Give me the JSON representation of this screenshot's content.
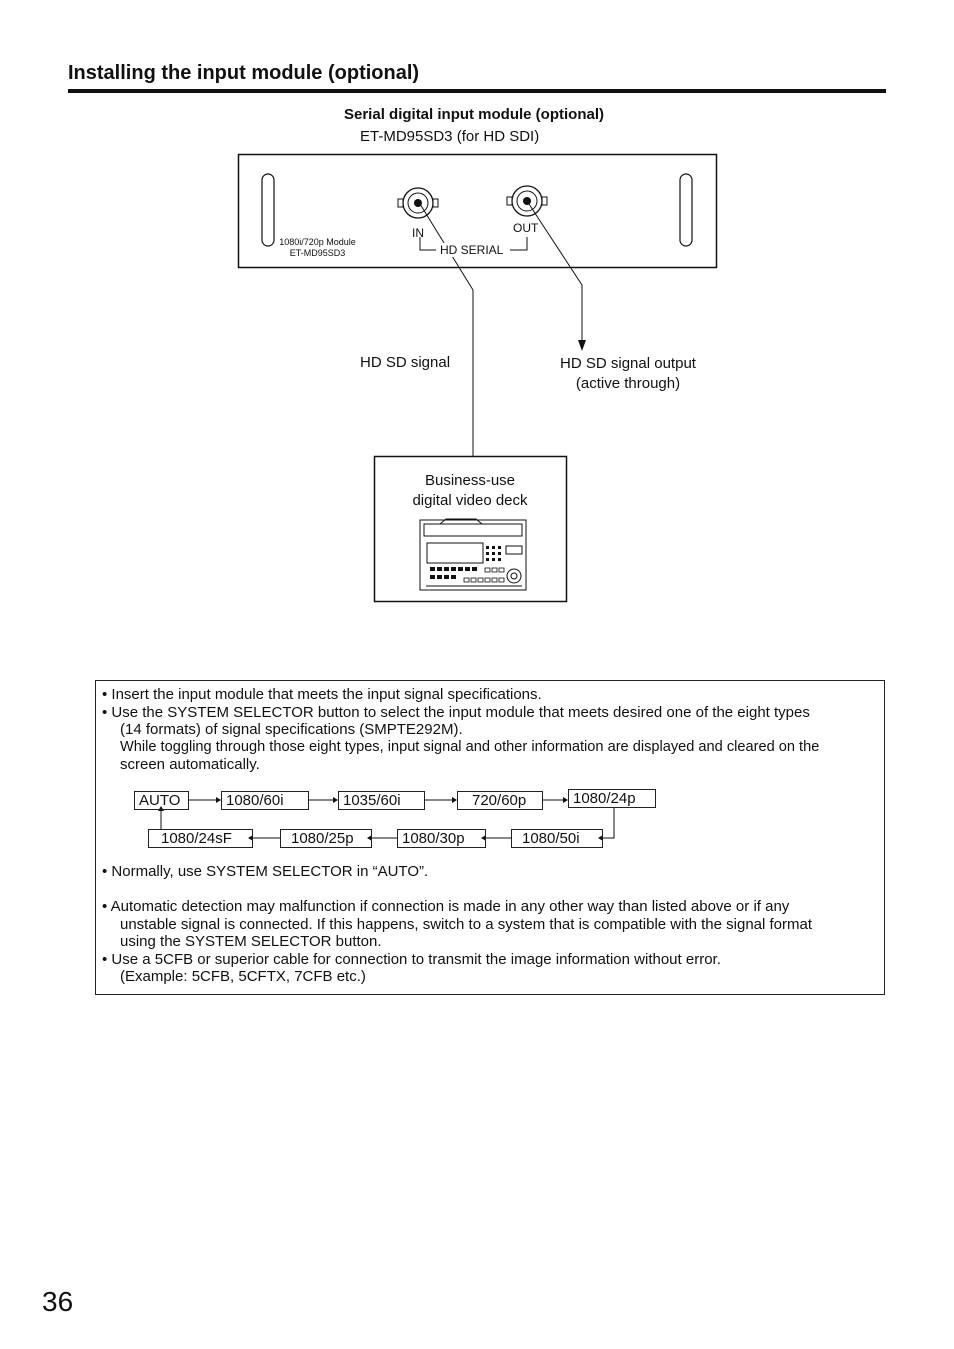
{
  "header": {
    "title": "Installing the input module (optional)"
  },
  "figure": {
    "module_heading": "Serial digital input module (optional)",
    "module_model": "ET-MD95SD3 (for HD SDI)",
    "panel_label_line1": "1080i/720p Module",
    "panel_label_line2": "ET-MD95SD3",
    "in_label": "IN",
    "out_label": "OUT",
    "hd_serial_label": "HD SERIAL",
    "signal_in_label": "HD SD signal",
    "signal_out_line1": "HD SD signal output",
    "signal_out_line2": "(active through)",
    "deck_line1": "Business-use",
    "deck_line2": "digital video deck"
  },
  "notes": {
    "bullet1": "• Insert the input module that meets the input signal specifications.",
    "bullet2_l1": "• Use the SYSTEM SELECTOR button to select the input module that meets desired one of the eight types",
    "bullet2_l2": "(14 formats) of signal specifications (SMPTE292M).",
    "bullet2_l3": "While toggling through those eight types, input signal and other information are displayed and cleared on the",
    "bullet2_l4": "screen automatically.",
    "flow": [
      "AUTO",
      "1080/60i",
      "1035/60i",
      "720/60p",
      "1080/24p",
      "1080/50i",
      "1080/30p",
      "1080/25p",
      "1080/24sF"
    ],
    "bullet3": "• Normally, use SYSTEM SELECTOR in “AUTO”.",
    "bullet4_l1": "• Automatic detection may malfunction if connection is made in any other way than listed above or if any",
    "bullet4_l2": "unstable signal is connected.  If this happens, switch to a system that is compatible with the signal format",
    "bullet4_l3": "using the SYSTEM SELECTOR button.",
    "bullet5_l1": "• Use a 5CFB or superior cable for connection to transmit the image information without error.",
    "bullet5_l2": "(Example: 5CFB, 5CFTX, 7CFB etc.)"
  },
  "page_number": "36"
}
